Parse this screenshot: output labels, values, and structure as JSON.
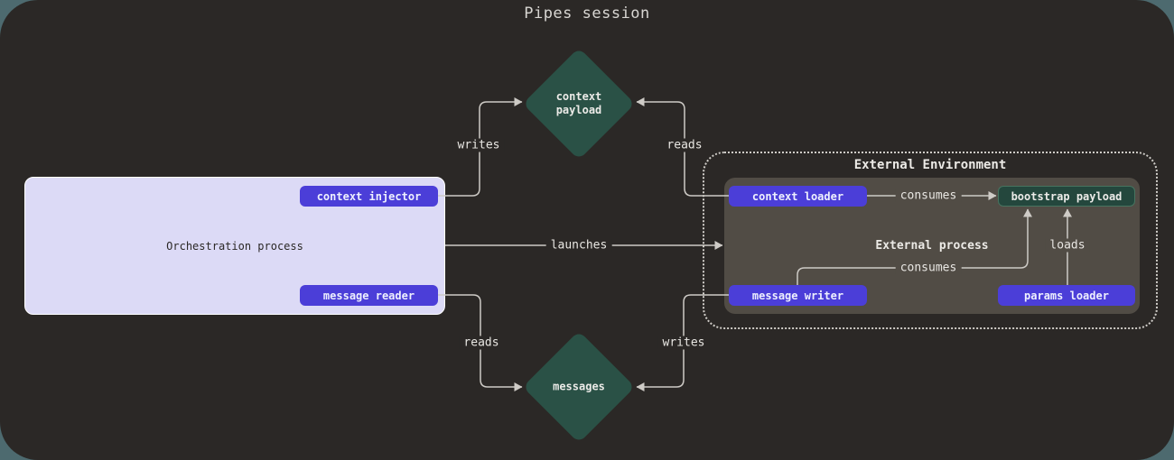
{
  "title": "Pipes session",
  "colors": {
    "page_bg": "#4d6a6f",
    "board_bg": "#2b2826",
    "orchestration_fill": "#dcdaf6",
    "button_purple": "#4b3ed8",
    "diamond_green": "#2a5146",
    "bootstrap_green": "#24473d",
    "external_process_grey": "#514c45",
    "line_grey": "#cecbc6"
  },
  "nodes": {
    "context_payload": "context payload",
    "messages": "messages",
    "orchestration_process": "Orchestration process",
    "context_injector": "context injector",
    "message_reader": "message reader",
    "external_environment": "External Environment",
    "external_process": "External process",
    "context_loader": "context loader",
    "bootstrap_payload": "bootstrap payload",
    "message_writer": "message writer",
    "params_loader": "params loader"
  },
  "edges": {
    "writes_top": "writes",
    "reads_top": "reads",
    "launches": "launches",
    "consumes_top": "consumes",
    "consumes_bottom": "consumes",
    "loads": "loads",
    "reads_bottom": "reads",
    "writes_bottom": "writes"
  }
}
